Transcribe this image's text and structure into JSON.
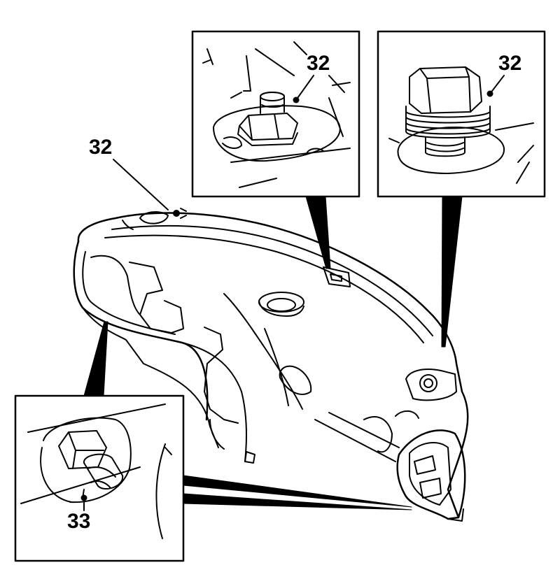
{
  "callouts": {
    "dash_screw_label": "32",
    "detail_nut_label": "32",
    "detail_bolt_label": "32",
    "lower_nut_label": "33"
  }
}
